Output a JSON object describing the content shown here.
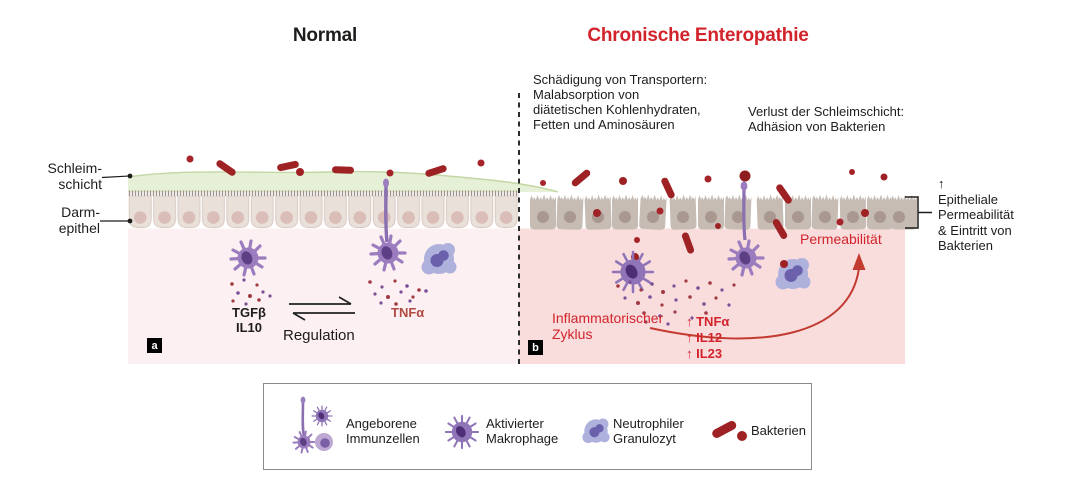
{
  "colors": {
    "accent_red": "#d2232b",
    "brick_red": "#b04a42",
    "immune_purple": "#9b7cbe",
    "bacteria_red": "#9e2124",
    "mucus_green": "#e6f0d7",
    "panel_pink_normal": "#fdf0f2",
    "panel_pink_disease": "#f9dddd"
  },
  "layer_labels": {
    "mucus": "Schleim-\nschicht",
    "epithelium": "Darm-\nepithel"
  },
  "panel_normal": {
    "title": "Normal",
    "marker": "a",
    "anti_inflammatory": "TGFβ\nIL10",
    "regulation": "Regulation",
    "pro_inflammatory": "TNFα"
  },
  "panel_disease": {
    "title": "Chronische Enteropathie",
    "marker": "b",
    "note_transporters": "Schädigung von Transportern:\nMalabsorption von\ndiätetischen Kohlenhydraten,\nFetten und Aminosäuren",
    "note_mucus_loss": "Verlust der Schleimschicht:\nAdhäsion von Bakterien",
    "inflammatory_cycle": "Inflammatorischer\nZyklus",
    "cytokines": [
      "↑ TNFα",
      "↑ IL12",
      "↑ IL23"
    ],
    "permeability": "Permeabilität",
    "epithelial_note": "↑\nEpitheliale\nPermeabilität\n& Eintritt von\nBakterien"
  },
  "legend": {
    "items": [
      {
        "icon": "innate-immune-cells",
        "label": "Angeborene\nImmunzellen"
      },
      {
        "icon": "activated-macrophage",
        "label": "Aktivierter\nMakrophage"
      },
      {
        "icon": "neutrophil-granulocyte",
        "label": "Neutrophiler\nGranulozyt"
      },
      {
        "icon": "bacteria",
        "label": "Bakterien"
      }
    ]
  }
}
